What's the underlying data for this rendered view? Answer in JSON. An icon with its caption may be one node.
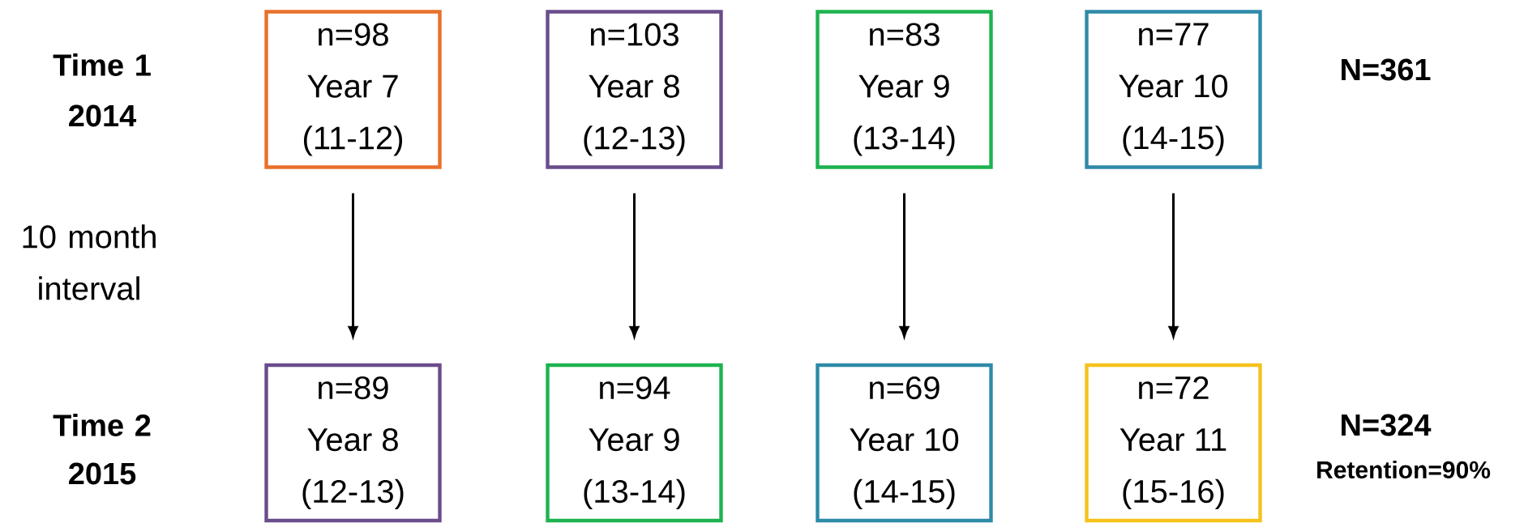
{
  "diagram": {
    "nodes": [
      {
        "text": [
          "n=98",
          "Year 7",
          "(11-12)"
        ]
      },
      {
        "text": [
          "n=103",
          "Year 8",
          "(12-13)"
        ]
      },
      {
        "text": [
          "n=83",
          "Year 9",
          "(13-14)"
        ]
      },
      {
        "text": [
          "n=77",
          "Year 10",
          "(14-15)"
        ]
      },
      {
        "text": [
          "n=89",
          "Year 8",
          "(12-13)"
        ]
      },
      {
        "text": [
          "n=94",
          "Year 9",
          "(13-14)"
        ]
      },
      {
        "text": [
          "n=69",
          "Year 10",
          "(14-15)"
        ]
      },
      {
        "text": [
          "n=72",
          "Year 11",
          "(15-16)"
        ]
      }
    ],
    "edges": [
      {
        "from": 0,
        "to": 4,
        "arrow": "to"
      },
      {
        "from": 1,
        "to": 5,
        "arrow": "to"
      },
      {
        "from": 2,
        "to": 6,
        "arrow": "to"
      },
      {
        "from": 3,
        "to": 7,
        "arrow": "to"
      }
    ],
    "labels": [
      "Time 1",
      "2014",
      "N=361",
      "10 month interval",
      "Time 2",
      "2015",
      "N=324",
      "Retention=90%"
    ]
  }
}
